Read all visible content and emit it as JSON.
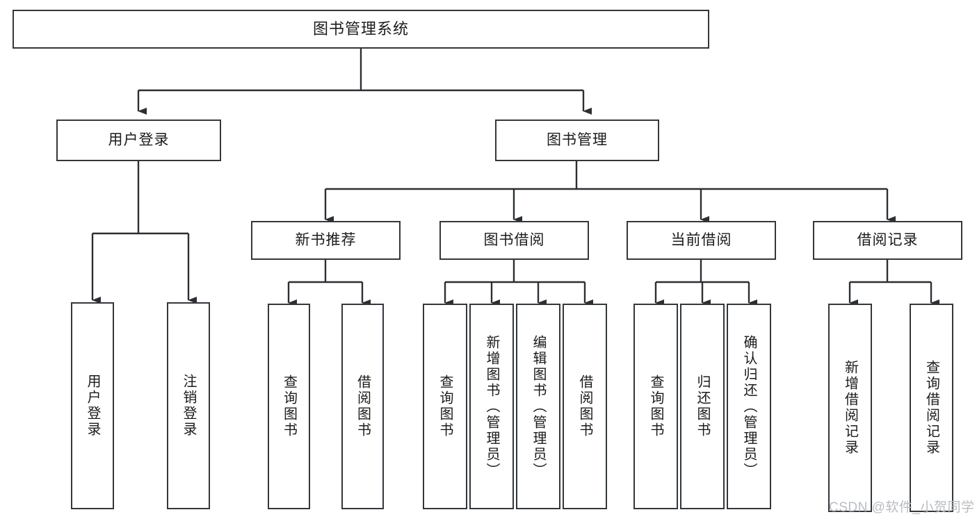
{
  "diagram": {
    "title": "图书管理系统",
    "type": "tree-hierarchy",
    "watermark": "CSDN @软件_小贺同学",
    "colors": {
      "border": "#33373b",
      "wire": "#2b2f33",
      "text": "#1b1b1b",
      "background": "#ffffff",
      "watermark": "#b9bcc0"
    },
    "nodes": {
      "root": "图书管理系统",
      "level2": [
        "用户登录",
        "图书管理"
      ],
      "level3": [
        "新书推荐",
        "图书借阅",
        "当前借阅",
        "借阅记录"
      ],
      "leaves": {
        "user_login": [
          "用户登录",
          "注销登录"
        ],
        "new_book_recommend": [
          "查询图书",
          "借阅图书"
        ],
        "book_borrow": [
          "查询图书",
          "新增图书（管理员）",
          "编辑图书（管理员）",
          "借阅图书"
        ],
        "current_borrow": [
          "查询图书",
          "归还图书",
          "确认归还（管理员）"
        ],
        "borrow_record": [
          "新增借阅记录",
          "查询借阅记录"
        ]
      }
    }
  }
}
